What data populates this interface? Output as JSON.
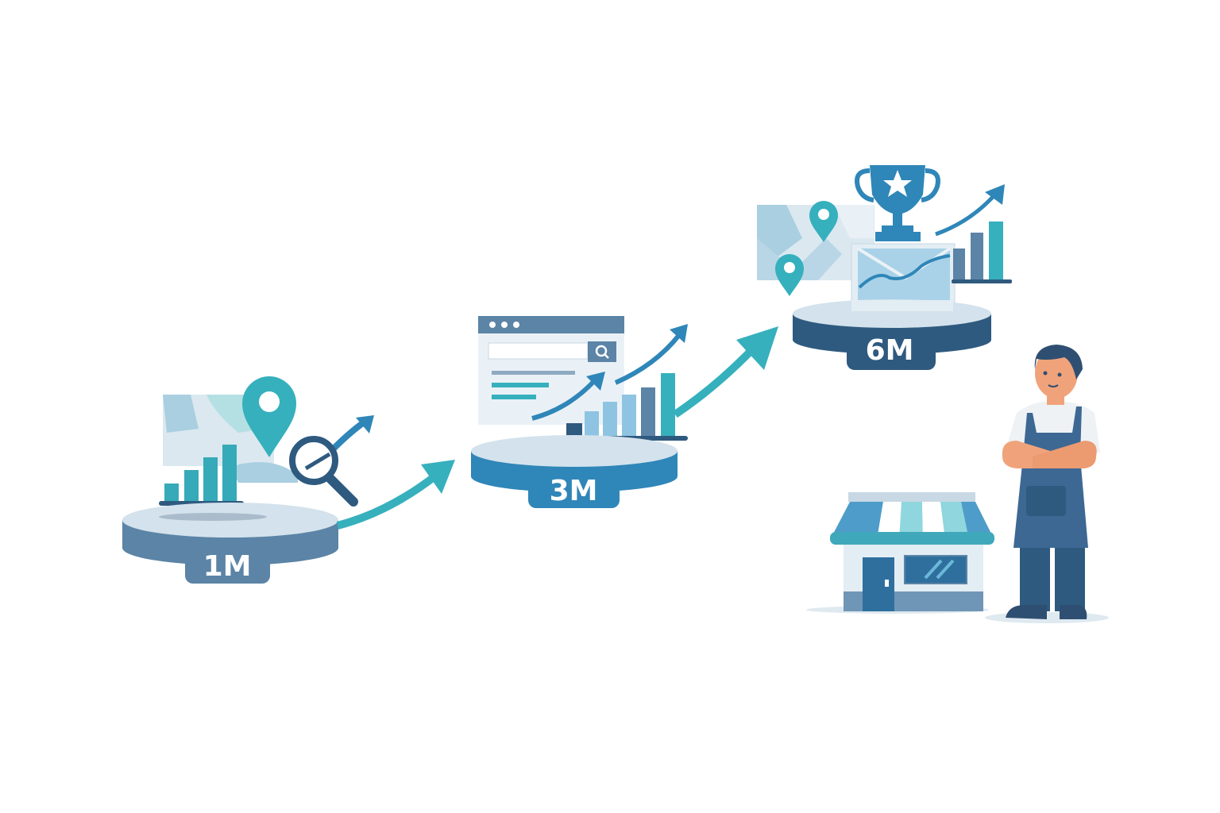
{
  "milestones": [
    {
      "label": "1M"
    },
    {
      "label": "3M"
    },
    {
      "label": "6M"
    }
  ],
  "colors": {
    "teal": "#36b0bd",
    "blue": "#2f86b8",
    "navy": "#2f5a80",
    "slate": "#5b84a6",
    "light": "#d3e2ec",
    "skin": "#f0a37a"
  }
}
